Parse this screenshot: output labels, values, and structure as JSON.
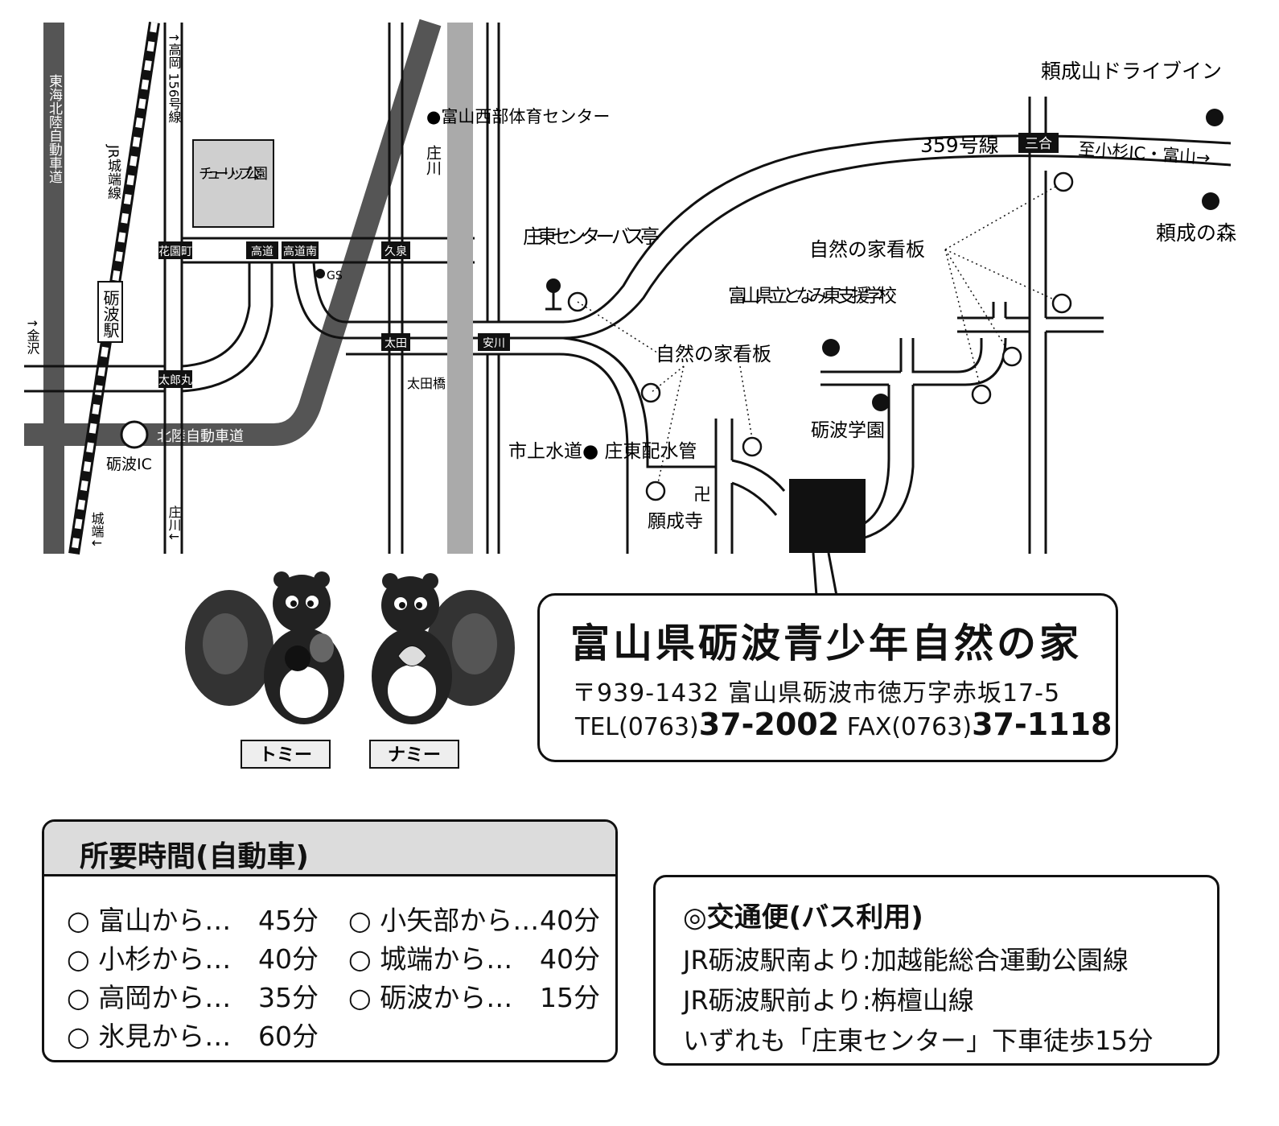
{
  "map": {
    "labels": {
      "tokai_expressway": "東海北陸自動車道",
      "jr_johana_line": "JR城端線",
      "route156": "↑高岡 156号線",
      "tulip_park": "チューリップ公園",
      "kanazawa": "↑金沢",
      "tonami_station": "砺波駅",
      "hanazonocho": "花園町",
      "takamichi": "高道",
      "takamichiminami": "高道南",
      "gs": "GS",
      "kusumi": "久泉",
      "otamaru": "太郎丸",
      "ota": "太田",
      "yasukawa": "安川",
      "otabashi": "太田橋",
      "hokuriku_expressway": "北陸自動車道",
      "tonami_ic": "砺波IC",
      "johana_down": "城端↓",
      "shokawa_down": "庄川↓",
      "shokawa_river": "庄川",
      "toyama_west_gym": "●富山西部体育センター",
      "shoto_bus_stop": "庄東センター バス亭",
      "water_pipe": "市上水道● 庄東配水管",
      "ganjoji": "願成寺",
      "manji": "卍",
      "sign_center": "自然の家看板",
      "sign_right": "自然の家看板",
      "support_school": "富山県立となみ東 支援学校",
      "tonami_gakuen": "砺波学園",
      "route359": "359号線",
      "sango": "三合",
      "to_koshugi": "至小杉IC・富山→",
      "raijousan_drivein": "頼成山ドライブイン",
      "raijou_forest": "頼成の森"
    }
  },
  "destination": {
    "name": "富山県砺波青少年自然の家",
    "address": "〒939-1432 富山県砺波市徳万字赤坂17-5",
    "tel_prefix": "TEL(0763)",
    "tel_number": "37-2002",
    "fax_prefix": "FAX(0763)",
    "fax_number": "37-1118"
  },
  "mascots": [
    {
      "name": "トミー"
    },
    {
      "name": "ナミー"
    }
  ],
  "travel_time": {
    "title": "所要時間(自動車)",
    "left": [
      {
        "from": "○ 富山から…",
        "time": "45分"
      },
      {
        "from": "○ 小杉から…",
        "time": "40分"
      },
      {
        "from": "○ 高岡から…",
        "time": "35分"
      },
      {
        "from": "○ 氷見から…",
        "time": "60分"
      }
    ],
    "right": [
      {
        "from": "○ 小矢部から…",
        "time": "40分"
      },
      {
        "from": "○ 城端から…",
        "time": "40分"
      },
      {
        "from": "○ 砺波から…",
        "time": "15分"
      }
    ]
  },
  "bus": {
    "title": "◎交通便(バス利用)",
    "lines": [
      "JR砺波駅南より:加越能総合運動公園線",
      "JR砺波駅前より:栴檀山線",
      "いずれも「庄東センター」下車徒歩15分"
    ]
  }
}
